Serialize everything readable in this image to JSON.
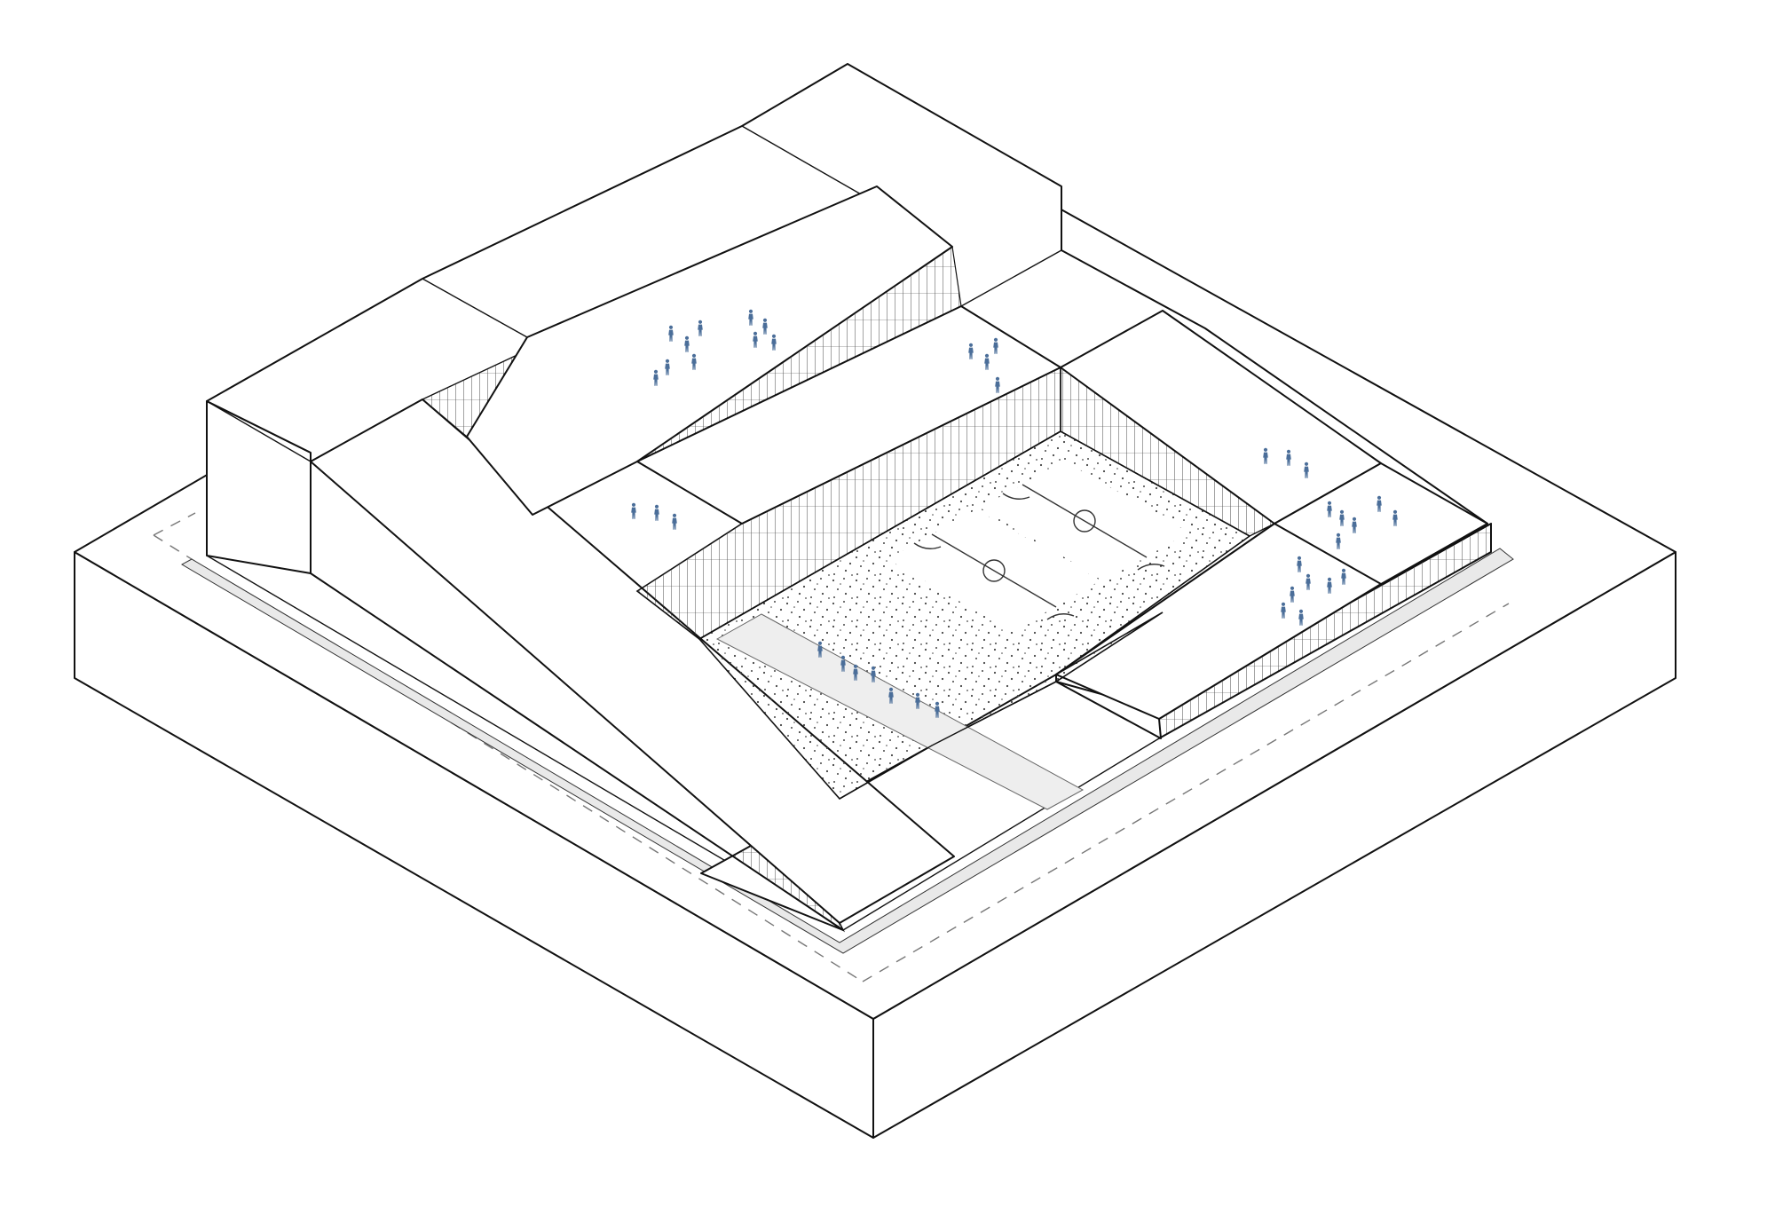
{
  "drawing": {
    "kind": "isometric axonometric drawing",
    "line_color": "#111111",
    "people_color": "#4b6e99",
    "walkway_color": "#eeeeee",
    "courtyard_texture": "stippled dots",
    "courts": 2
  }
}
